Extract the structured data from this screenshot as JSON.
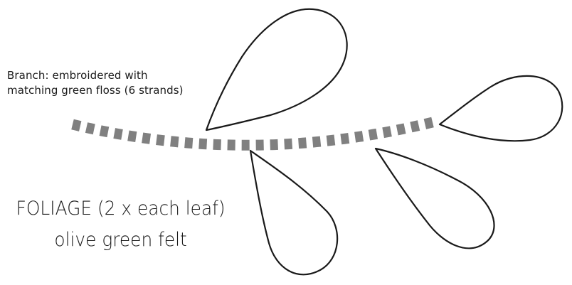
{
  "branch_note": {
    "line1": "Branch: embroidered with",
    "line2": "matching green floss (6 strands)"
  },
  "foliage_note": {
    "line1": "FOLIAGE (2 x each leaf)",
    "line2": "olive green felt"
  },
  "colors": {
    "leaf_outline": "#1a1a1a",
    "stitch": "#808080",
    "text": "#1a1a1a",
    "background": "#ffffff"
  }
}
